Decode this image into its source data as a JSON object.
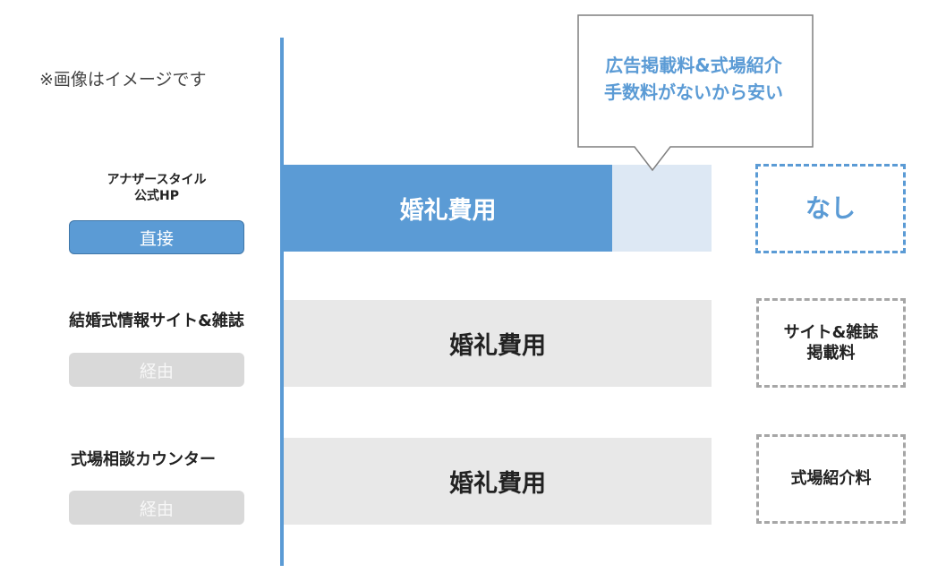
{
  "note": "※画像はイメージです",
  "rows": [
    {
      "label_lines": [
        "アナザースタイル",
        "公式HP"
      ],
      "route": "直接",
      "bar_label": "婚礼費用",
      "extra_lines": [
        "なし"
      ]
    },
    {
      "label_lines": [
        "結婚式情報サイト&雑誌"
      ],
      "route": "経由",
      "bar_label": "婚礼費用",
      "extra_lines": [
        "サイト&雑誌",
        "掲載料"
      ]
    },
    {
      "label_lines": [
        "式場相談カウンター"
      ],
      "route": "経由",
      "bar_label": "婚礼費用",
      "extra_lines": [
        "式場紹介料"
      ]
    }
  ],
  "callout_lines": [
    "広告掲載料&式場紹介",
    "手数料がないから安い"
  ],
  "colors": {
    "accent": "#5b9bd5",
    "accent_light": "#dde8f4",
    "gray_bar": "#e8e8e8",
    "gray_pill": "#d9d9d9",
    "gray_border": "#a6a6a6"
  }
}
